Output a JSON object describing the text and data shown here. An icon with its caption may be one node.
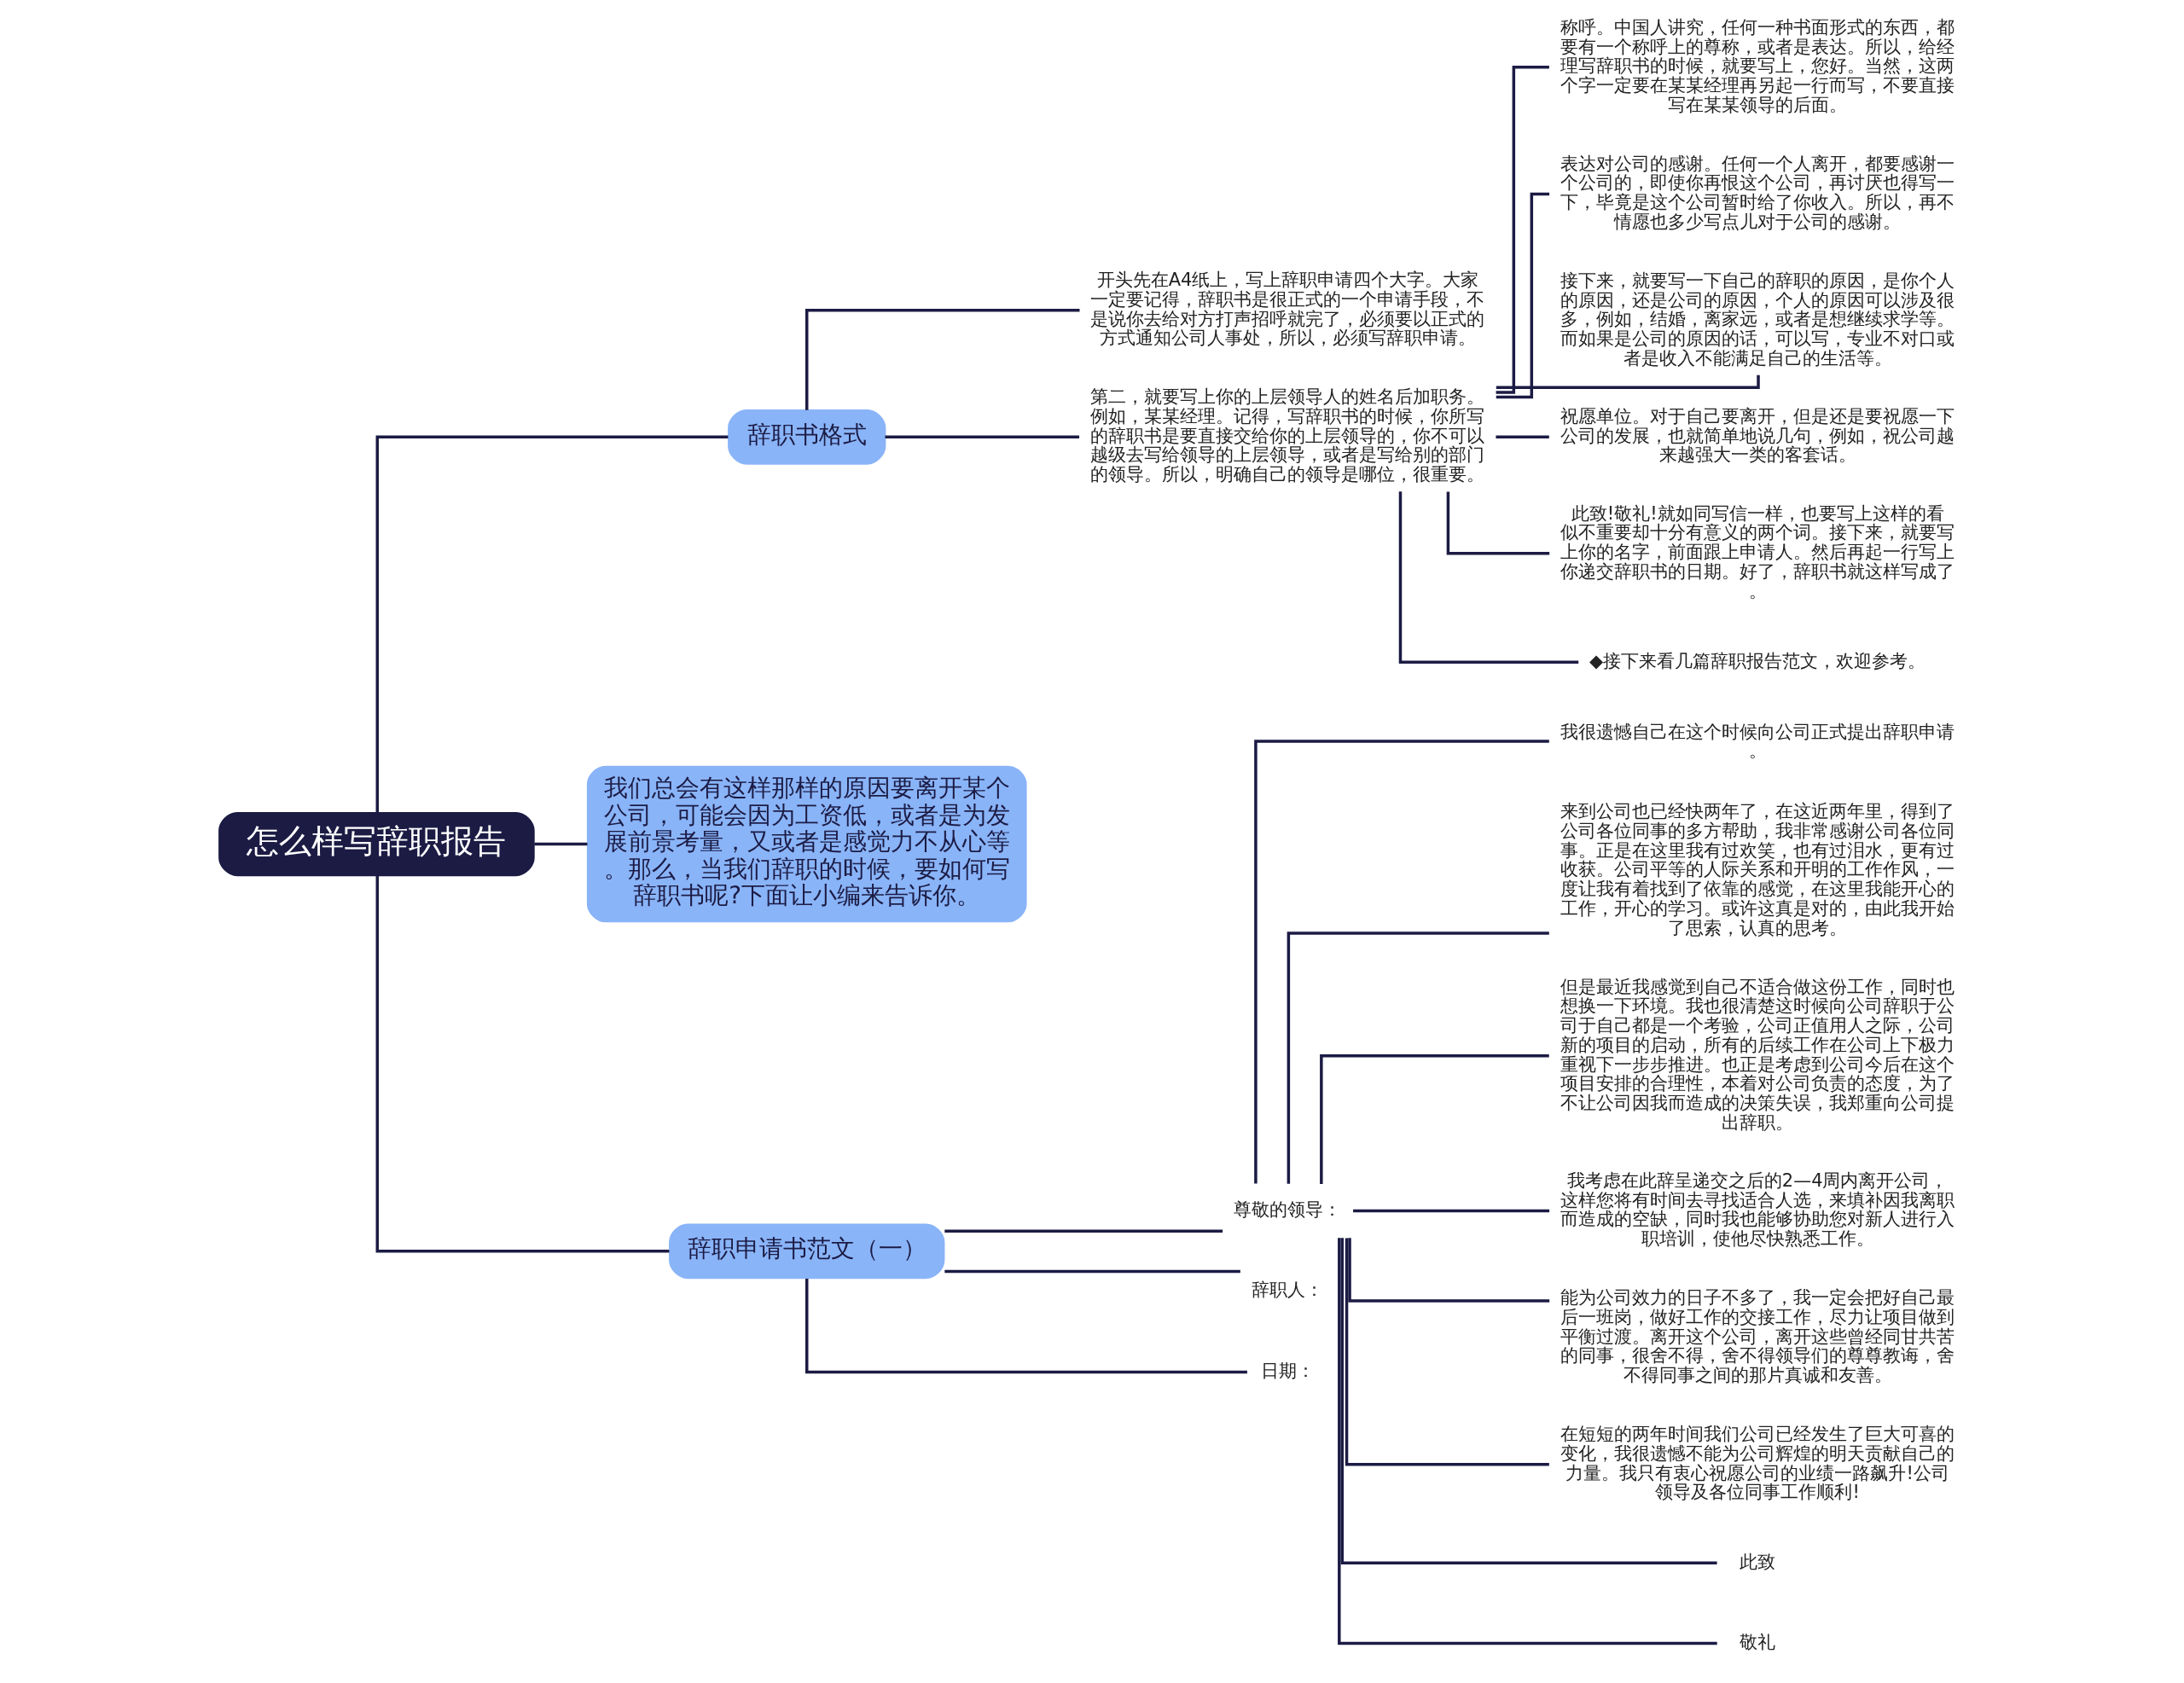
{
  "diagram": {
    "nodes": [
      {
        "text": [
          "怎么样写辞职报告"
        ]
      },
      {
        "text": [
          "辞职书格式"
        ]
      },
      {
        "text": [
          "开头先在A4纸上，写上辞职申请四个大字。大家一定要记得，辞职书是很正式的一个申请手段，不是说你去给对方打声招呼就完了，必须要以正式的方式通知公司人事处，所以，必须写辞职申请。"
        ]
      },
      {
        "text": [
          "第二，就要写上你的上层领导人的姓名后加职务。例如，某某经理。记得，写辞职书的时候，你所写的辞职书是要直接交给你的上层领导的，你不可以越级去写给领导的上层领导，或者是写给别的部门的领导。所以，明确自己的领导是哪位，很重要。"
        ]
      },
      {
        "text": [
          "称呼。中国人讲究，任何一种书面形式的东西，都要有一个称呼上的尊称，或者是表达。所以，给经理写辞职书的时候，就要写上，您好。当然，这两个字一定要在某某经理再另起一行而写，不要直接写在某某领导的后面。"
        ]
      },
      {
        "text": [
          "表达对公司的感谢。任何一个人离开，都要感谢一个公司的，即使你再恨这个公司，再讨厌也得写一下，毕竟是这个公司暂时给了你收入。所以，再不情愿也多少写点儿对于公司的感谢。"
        ]
      },
      {
        "text": [
          "接下来，就要写一下自己的辞职的原因，是你个人的原因，还是公司的原因，个人的原因可以涉及很多，例如，结婚，离家远，或者是想继续求学等。而如果是公司的原因的话，可以写，专业不对口或者是收入不能满足自己的生活等。"
        ]
      },
      {
        "text": [
          "祝愿单位。对于自己要离开，但是还是要祝愿一下公司的发展，也就简单地说几句，例如，祝公司越来越强大一类的客套话。"
        ]
      },
      {
        "text": [
          "此致!敬礼!就如同写信一样，也要写上这样的看似不重要却十分有意义的两个词。接下来，就要写上你的名字，前面跟上申请人。然后再起一行写上你递交辞职书的日期。好了，辞职书就这样写成了。"
        ]
      },
      {
        "text": [
          "◆接下来看几篇辞职报告范文，欢迎参考。"
        ]
      },
      {
        "text": [
          "我们总会有这样那样的原因要离开某个公司，可能会因为工资低，或者是为发展前景考量，又或者是感觉力不从心等。那么，当我们辞职的时候，要如何写辞职书呢?下面让小编来告诉你。"
        ]
      },
      {
        "text": [
          "辞职申请书范文（一）"
        ]
      },
      {
        "text": [
          "尊敬的领导："
        ]
      },
      {
        "text": [
          "我很遗憾自己在这个时候向公司正式提出辞职申请。"
        ]
      },
      {
        "text": [
          "来到公司也已经快两年了，在这近两年里，得到了公司各位同事的多方帮助，我非常感谢公司各位同事。正是在这里我有过欢笑，也有过泪水，更有过收获。公司平等的人际关系和开明的工作作风，一度让我有着找到了依靠的感觉，在这里我能开心的工作，开心的学习。或许这真是对的，由此我开始了思索，认真的思考。"
        ]
      },
      {
        "text": [
          "但是最近我感觉到自己不适合做这份工作，同时也想换一下环境。我也很清楚这时候向公司辞职于公司于自己都是一个考验，公司正值用人之际，公司新的项目的启动，所有的后续工作在公司上下极力重视下一步步推进。也正是考虑到公司今后在这个项目安排的合理性，本着对公司负责的态度，为了不让公司因我而造成的决策失误，我郑重向公司提出辞职。"
        ]
      },
      {
        "text": [
          "我考虑在此辞呈递交之后的2—4周内离开公司，这样您将有时间去寻找适合人选，来填补因我离职而造成的空缺，同时我也能够协助您对新人进行入职培训，使他尽快熟悉工作。"
        ]
      },
      {
        "text": [
          "能为公司效力的日子不多了，我一定会把好自己最后一班岗，做好工作的交接工作，尽力让项目做到平衡过渡。离开这个公司，离开这些曾经同甘共苦的同事，很舍不得，舍不得领导们的尊尊教诲，舍不得同事之间的那片真诚和友善。"
        ]
      },
      {
        "text": [
          "在短短的两年时间我们公司已经发生了巨大可喜的变化，我很遗憾不能为公司辉煌的明天贡献自己的力量。我只有衷心祝愿公司的业绩一路飙升!公司领导及各位同事工作顺利!"
        ]
      },
      {
        "text": [
          "此致"
        ]
      },
      {
        "text": [
          "敬礼"
        ]
      },
      {
        "text": [
          "辞职人："
        ]
      },
      {
        "text": [
          "日期："
        ]
      }
    ],
    "edges": [
      {
        "from": 0,
        "to": 1,
        "arrow": "none"
      },
      {
        "from": 1,
        "to": 2,
        "arrow": "none"
      },
      {
        "from": 1,
        "to": 3,
        "arrow": "none"
      },
      {
        "from": 3,
        "to": 4,
        "arrow": "none"
      },
      {
        "from": 3,
        "to": 5,
        "arrow": "none"
      },
      {
        "from": 3,
        "to": 6,
        "arrow": "none"
      },
      {
        "from": 3,
        "to": 7,
        "arrow": "none"
      },
      {
        "from": 3,
        "to": 8,
        "arrow": "none"
      },
      {
        "from": 3,
        "to": 9,
        "arrow": "none"
      },
      {
        "from": 0,
        "to": 10,
        "arrow": "none"
      },
      {
        "from": 0,
        "to": 11,
        "arrow": "none"
      },
      {
        "from": 11,
        "to": 12,
        "arrow": "none"
      },
      {
        "from": 12,
        "to": 13,
        "arrow": "none"
      },
      {
        "from": 12,
        "to": 14,
        "arrow": "none"
      },
      {
        "from": 12,
        "to": 15,
        "arrow": "none"
      },
      {
        "from": 12,
        "to": 16,
        "arrow": "none"
      },
      {
        "from": 12,
        "to": 17,
        "arrow": "none"
      },
      {
        "from": 12,
        "to": 18,
        "arrow": "none"
      },
      {
        "from": 12,
        "to": 19,
        "arrow": "none"
      },
      {
        "from": 12,
        "to": 20,
        "arrow": "none"
      },
      {
        "from": 11,
        "to": 21,
        "arrow": "none"
      },
      {
        "from": 11,
        "to": 22,
        "arrow": "none"
      }
    ]
  }
}
